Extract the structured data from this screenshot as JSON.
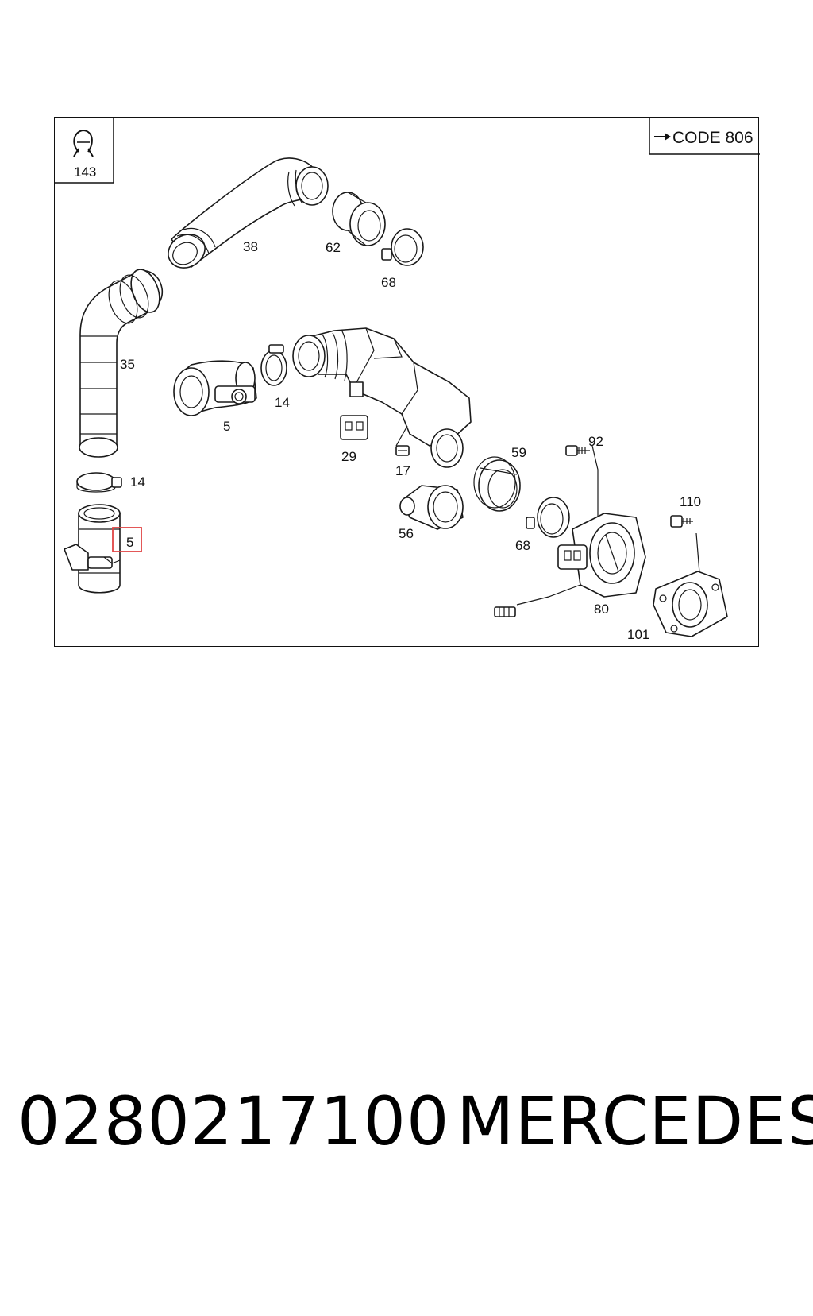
{
  "diagram": {
    "corner_icon": {
      "label": "143",
      "icon": "clip-icon"
    },
    "code_box": {
      "arrow_icon": "arrow-right-icon",
      "label": "CODE 806"
    },
    "highlight": {
      "label": "5",
      "color": "#e04545"
    },
    "callouts": [
      {
        "id": "38",
        "label": "38"
      },
      {
        "id": "62",
        "label": "62"
      },
      {
        "id": "68a",
        "label": "68"
      },
      {
        "id": "35",
        "label": "35"
      },
      {
        "id": "5a",
        "label": "5"
      },
      {
        "id": "14a",
        "label": "14"
      },
      {
        "id": "29",
        "label": "29"
      },
      {
        "id": "17",
        "label": "17"
      },
      {
        "id": "14b",
        "label": "14"
      },
      {
        "id": "59",
        "label": "59"
      },
      {
        "id": "92",
        "label": "92"
      },
      {
        "id": "56",
        "label": "56"
      },
      {
        "id": "68b",
        "label": "68"
      },
      {
        "id": "110",
        "label": "110"
      },
      {
        "id": "80",
        "label": "80"
      },
      {
        "id": "101",
        "label": "101"
      }
    ]
  },
  "footer": {
    "part_number": "0280217100",
    "brand": "MERCEDES"
  }
}
